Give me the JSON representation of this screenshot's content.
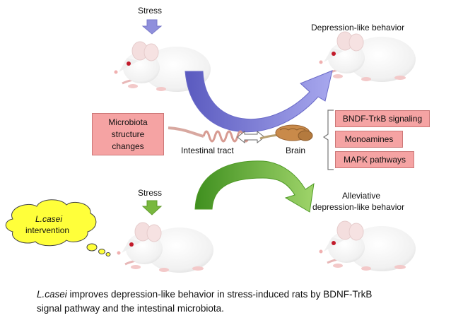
{
  "top": {
    "stress_label": "Stress",
    "outcome_label": "Depression-like  behavior"
  },
  "middle": {
    "microbiota_box": [
      "Microbiota",
      "structure",
      "changes"
    ],
    "intestinal_label": "Intestinal tract",
    "brain_label": "Brain",
    "pathways": [
      "BNDF-TrkB signaling",
      "Monoamines",
      "MAPK pathways"
    ]
  },
  "bottom": {
    "stress_label": "Stress",
    "intervention_line1": "L.casei",
    "intervention_line2": "intervention",
    "outcome_line1": "Alleviative",
    "outcome_line2": "depression-like behavior"
  },
  "caption": {
    "italic_part": "L.casei",
    "rest_line1": " improves depression-like behavior in stress-induced rats by BDNF-TrkB",
    "line2": "signal pathway and the intestinal microbiota."
  },
  "colors": {
    "stress_arrow_top": "#8f8fdc",
    "stress_arrow_bottom": "#79b83f",
    "curve_top": "#7878d8",
    "curve_bottom": "#5fae2f",
    "pink_box": "#f5a3a3",
    "cloud": "#ffff3a"
  },
  "icons": [
    "down-arrow-icon",
    "curved-arrow-icon",
    "double-arrow-icon",
    "rat-image",
    "intestine-image",
    "brain-image",
    "thought-cloud"
  ]
}
